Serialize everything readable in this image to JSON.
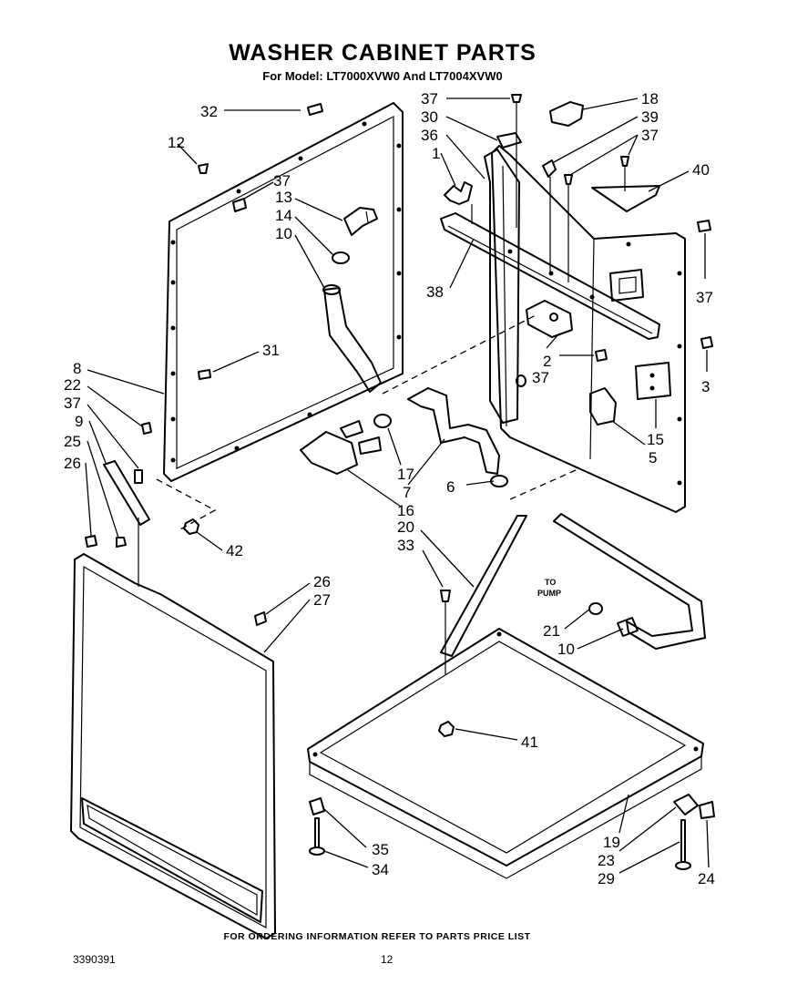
{
  "header": {
    "title": "WASHER CABINET PARTS",
    "subtitle": "For Model: LT7000XVW0 And LT7004XVW0"
  },
  "annotations": {
    "to_pump_line1": "TO",
    "to_pump_line2": "PUMP"
  },
  "callouts": {
    "c32": "32",
    "c12": "12",
    "c37a": "37",
    "c13": "13",
    "c14": "14",
    "c10a": "10",
    "c31": "31",
    "c8": "8",
    "c22": "22",
    "c37b": "37",
    "c9": "9",
    "c25": "25",
    "c26a": "26",
    "c42": "42",
    "c37c": "37",
    "c30": "30",
    "c36": "36",
    "c1": "1",
    "c38": "38",
    "c18": "18",
    "c39": "39",
    "c37d": "37",
    "c40": "40",
    "c37e": "37",
    "c3": "3",
    "c2": "2",
    "c37f": "37",
    "c15": "15",
    "c5": "5",
    "c17": "17",
    "c7": "7",
    "c6": "6",
    "c16": "16",
    "c20": "20",
    "c33": "33",
    "c26b": "26",
    "c27": "27",
    "c21": "21",
    "c10b": "10",
    "c41": "41",
    "c35": "35",
    "c34": "34",
    "c19": "19",
    "c23": "23",
    "c29": "29",
    "c24": "24"
  },
  "footer": {
    "ordering_note": "FOR ORDERING INFORMATION REFER TO PARTS PRICE LIST",
    "doc_number": "3390391",
    "page_number": "12"
  }
}
